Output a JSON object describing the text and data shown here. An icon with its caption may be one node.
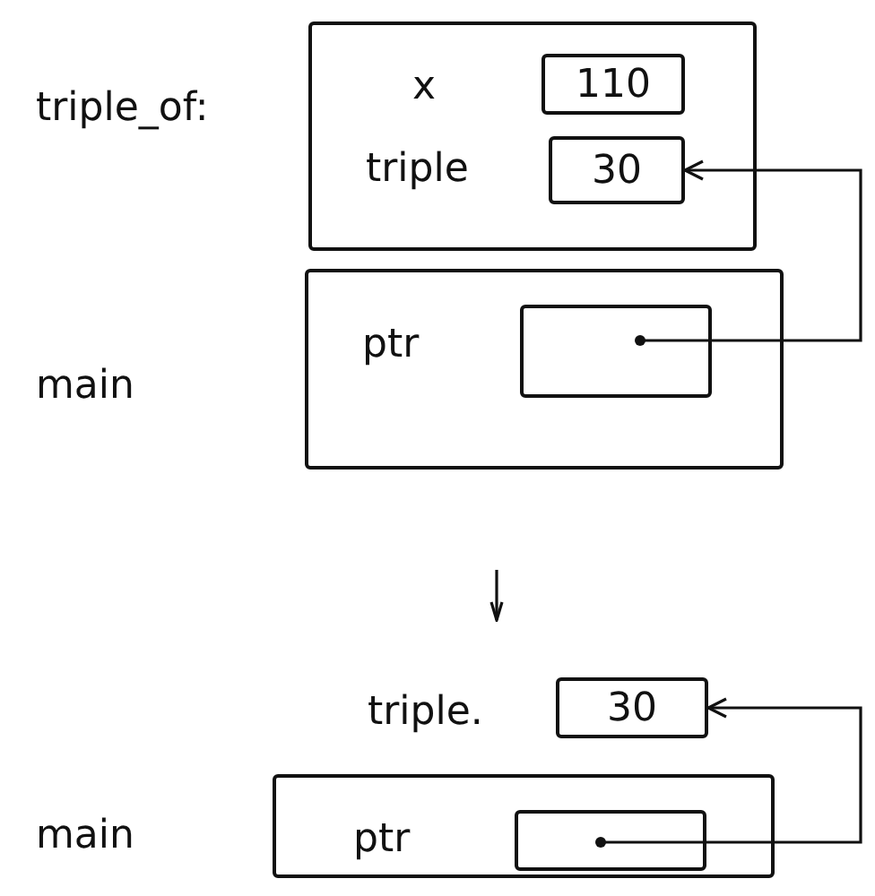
{
  "diagram": {
    "nodes": [
      {
        "text": [
          "triple_of:"
        ]
      },
      {
        "text": [
          "110"
        ],
        "in": 0,
        "beside": [
          "x"
        ]
      },
      {
        "text": [
          "30"
        ],
        "in": 0,
        "beside": [
          "triple"
        ]
      },
      {
        "text": [
          "main"
        ]
      },
      {
        "text": [],
        "shape": "box",
        "in": 3,
        "beside": [
          "ptr"
        ]
      },
      {
        "text": [
          "30"
        ],
        "beside": [
          "triple."
        ]
      },
      {
        "text": [
          "main"
        ]
      },
      {
        "text": [],
        "shape": "box",
        "in": 6,
        "beside": [
          "ptr"
        ]
      }
    ],
    "edges": [
      {
        "from": 4,
        "to": 2,
        "arrow": "to"
      },
      {
        "from": 7,
        "to": 5,
        "arrow": "to"
      }
    ]
  }
}
